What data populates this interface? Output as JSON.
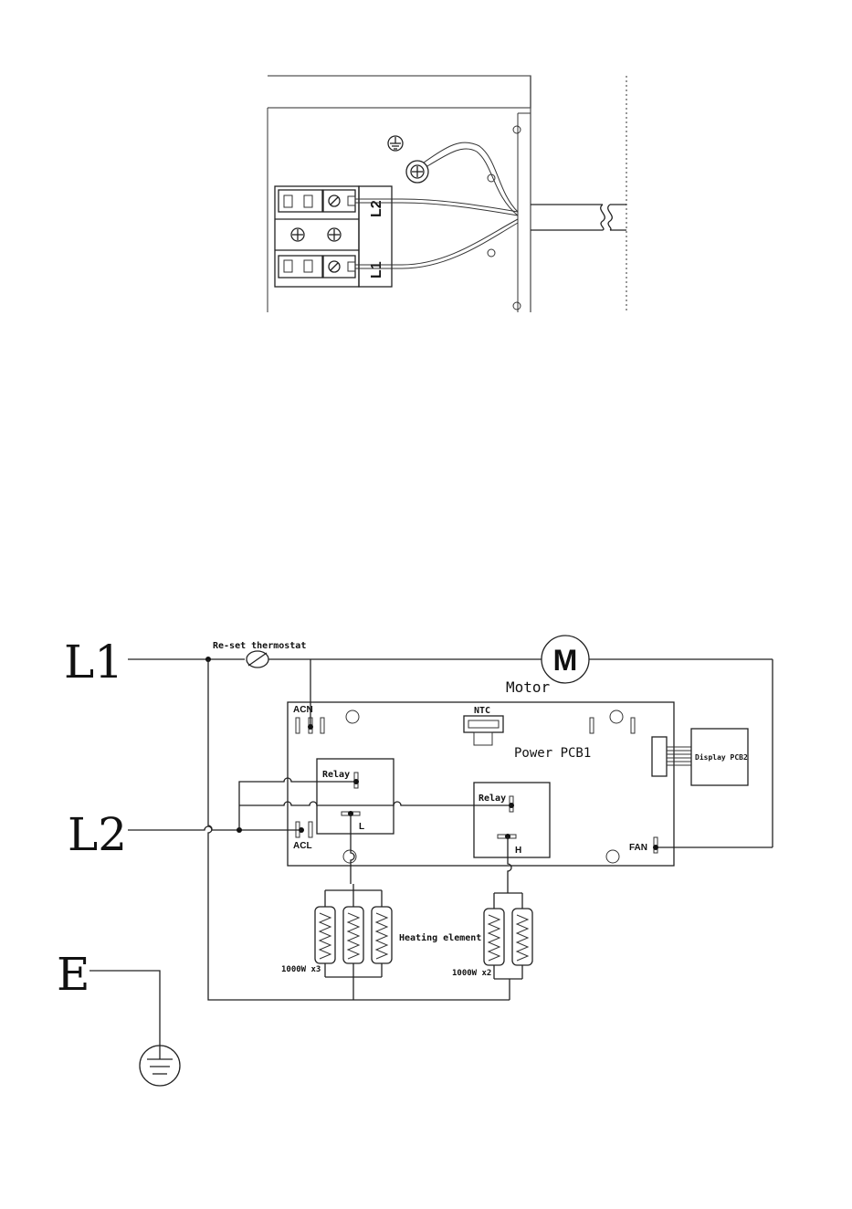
{
  "terminal_block": {
    "label_l2": "L2",
    "label_l1": "L1",
    "earth_icon": "ground-symbol-icon"
  },
  "wiring": {
    "terminal_l1": "L1",
    "terminal_l2": "L2",
    "terminal_e": "E",
    "thermostat_label": "Re-set thermostat",
    "motor_symbol": "M",
    "motor_label": "Motor",
    "ntc_label": "NTC",
    "power_pcb_label": "Power PCB1",
    "display_pcb_label": "Display PCB2",
    "acn_label": "ACN",
    "acl_label": "ACL",
    "fan_label": "FAN",
    "relay1_label": "Relay",
    "relay1_pin": "L",
    "relay2_label": "Relay",
    "relay2_pin": "H",
    "heating_label": "Heating element",
    "heater1_rating": "1000W x3",
    "heater2_rating": "1000W x2",
    "earth_icon": "ground-symbol-icon"
  }
}
